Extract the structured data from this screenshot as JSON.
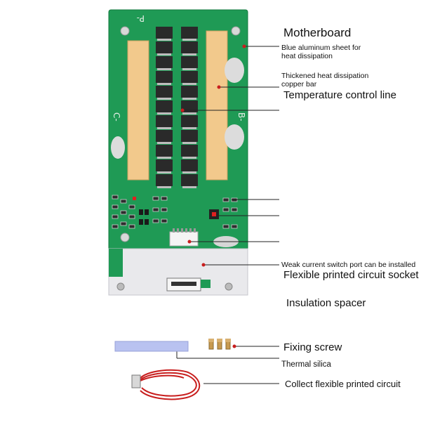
{
  "labels": {
    "motherboard": "Motherboard",
    "blue_sheet_1": "Blue aluminum sheet for",
    "blue_sheet_2": "heat dissipation",
    "copper_1": "Thickened heat dissipation",
    "copper_2": "copper bar",
    "temp_line": "Temperature control line",
    "weak_current": "Weak current switch port can be installed",
    "fpc_socket": "Flexible printed circuit socket",
    "insulation": "Insulation spacer",
    "fixing_screw": "Fixing screw",
    "thermal_silica": "Thermal silica",
    "collect_fpc": "Collect flexible printed circuit"
  },
  "board_marks": {
    "c_minus": "C-",
    "b_minus": "B-",
    "p_minus": "P-"
  },
  "colors": {
    "pcb_green": "#1f9a55",
    "copper": "#f2c98c",
    "mosfet": "#2a2a2a",
    "indicator_red": "#e02020",
    "wire_red": "#c81e1e",
    "spacer": "#e9e9ec",
    "silica": "#b9c2f0"
  }
}
